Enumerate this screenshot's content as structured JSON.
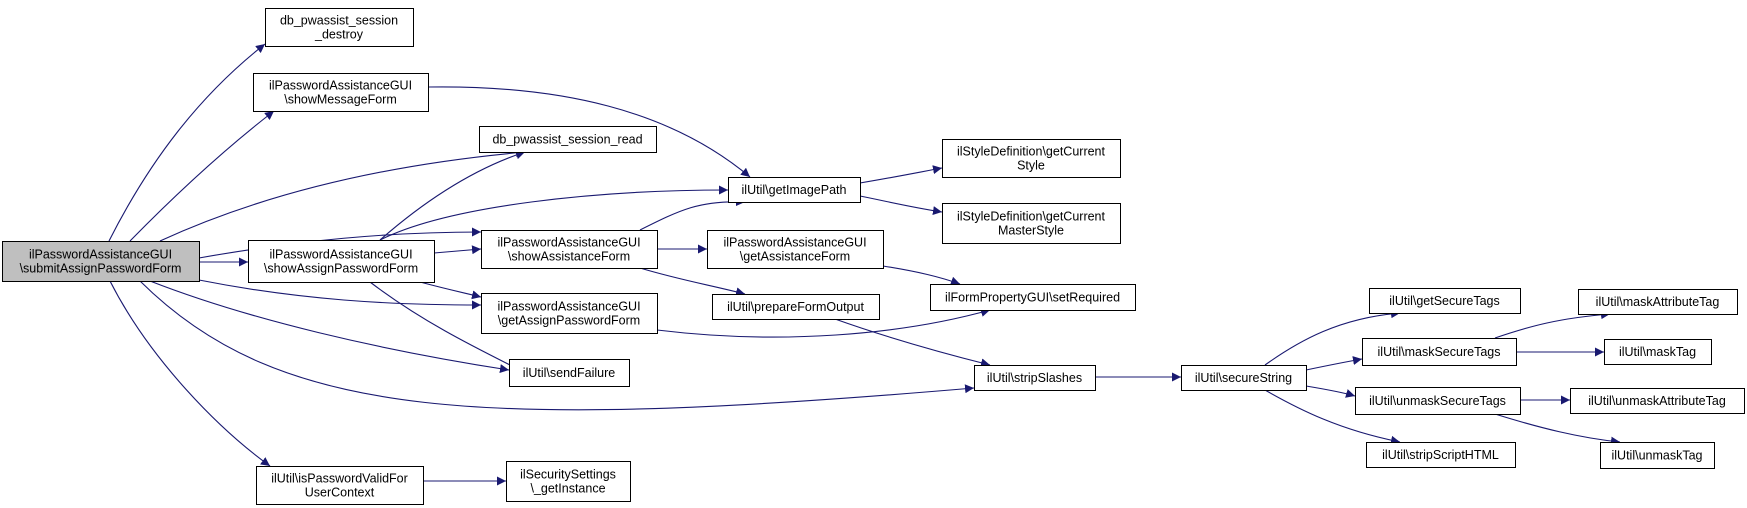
{
  "graph": {
    "title": "",
    "edge_color": "#191970",
    "root_fill": "#bfbfbf",
    "node_fill": "#ffffff",
    "nodes": [
      {
        "id": "root",
        "lines": [
          "ilPasswordAssistanceGUI",
          "\\submitAssignPasswordForm"
        ],
        "root": true
      },
      {
        "id": "destroy",
        "lines": [
          "db_pwassist_session",
          "_destroy"
        ]
      },
      {
        "id": "showMessageForm",
        "lines": [
          "ilPasswordAssistanceGUI",
          "\\showMessageForm"
        ]
      },
      {
        "id": "session_read",
        "lines": [
          "db_pwassist_session_read"
        ]
      },
      {
        "id": "showAssignPasswordForm",
        "lines": [
          "ilPasswordAssistanceGUI",
          "\\showAssignPasswordForm"
        ]
      },
      {
        "id": "isPasswordValid",
        "lines": [
          "ilUtil\\isPasswordValidFor",
          "UserContext"
        ]
      },
      {
        "id": "getImagePath",
        "lines": [
          "ilUtil\\getImagePath"
        ]
      },
      {
        "id": "showAssistanceForm",
        "lines": [
          "ilPasswordAssistanceGUI",
          "\\showAssistanceForm"
        ]
      },
      {
        "id": "getAssignPasswordForm",
        "lines": [
          "ilPasswordAssistanceGUI",
          "\\getAssignPasswordForm"
        ]
      },
      {
        "id": "sendFailure",
        "lines": [
          "ilUtil\\sendFailure"
        ]
      },
      {
        "id": "getInstance",
        "lines": [
          "ilSecuritySettings",
          "\\_getInstance"
        ]
      },
      {
        "id": "getAssistanceForm",
        "lines": [
          "ilPasswordAssistanceGUI",
          "\\getAssistanceForm"
        ]
      },
      {
        "id": "prepareFormOutput",
        "lines": [
          "ilUtil\\prepareFormOutput"
        ]
      },
      {
        "id": "getCurrentStyle",
        "lines": [
          "ilStyleDefinition\\getCurrent",
          "Style"
        ]
      },
      {
        "id": "getCurrentMasterStyle",
        "lines": [
          "ilStyleDefinition\\getCurrent",
          "MasterStyle"
        ]
      },
      {
        "id": "setRequired",
        "lines": [
          "ilFormPropertyGUI\\setRequired"
        ]
      },
      {
        "id": "stripSlashes",
        "lines": [
          "ilUtil\\stripSlashes"
        ]
      },
      {
        "id": "secureString",
        "lines": [
          "ilUtil\\secureString"
        ]
      },
      {
        "id": "getSecureTags",
        "lines": [
          "ilUtil\\getSecureTags"
        ]
      },
      {
        "id": "maskSecureTags",
        "lines": [
          "ilUtil\\maskSecureTags"
        ]
      },
      {
        "id": "unmaskSecureTags",
        "lines": [
          "ilUtil\\unmaskSecureTags"
        ]
      },
      {
        "id": "stripScriptHTML",
        "lines": [
          "ilUtil\\stripScriptHTML"
        ]
      },
      {
        "id": "maskAttributeTag",
        "lines": [
          "ilUtil\\maskAttributeTag"
        ]
      },
      {
        "id": "maskTag",
        "lines": [
          "ilUtil\\maskTag"
        ]
      },
      {
        "id": "unmaskAttributeTag",
        "lines": [
          "ilUtil\\unmaskAttributeTag"
        ]
      },
      {
        "id": "unmaskTag",
        "lines": [
          "ilUtil\\unmaskTag"
        ]
      }
    ],
    "edges": [
      {
        "from": "root",
        "to": "destroy"
      },
      {
        "from": "root",
        "to": "showMessageForm"
      },
      {
        "from": "root",
        "to": "session_read"
      },
      {
        "from": "root",
        "to": "showAssignPasswordForm"
      },
      {
        "from": "root",
        "to": "showAssistanceForm"
      },
      {
        "from": "root",
        "to": "getAssignPasswordForm"
      },
      {
        "from": "root",
        "to": "sendFailure"
      },
      {
        "from": "root",
        "to": "stripSlashes"
      },
      {
        "from": "root",
        "to": "isPasswordValid"
      },
      {
        "from": "showMessageForm",
        "to": "getImagePath"
      },
      {
        "from": "showAssignPasswordForm",
        "to": "session_read"
      },
      {
        "from": "showAssignPasswordForm",
        "to": "getImagePath"
      },
      {
        "from": "showAssignPasswordForm",
        "to": "showAssistanceForm"
      },
      {
        "from": "showAssignPasswordForm",
        "to": "getAssignPasswordForm"
      },
      {
        "from": "showAssignPasswordForm",
        "to": "sendFailure"
      },
      {
        "from": "showAssistanceForm",
        "to": "getImagePath"
      },
      {
        "from": "showAssistanceForm",
        "to": "getAssistanceForm"
      },
      {
        "from": "showAssistanceForm",
        "to": "prepareFormOutput"
      },
      {
        "from": "getImagePath",
        "to": "getCurrentStyle"
      },
      {
        "from": "getImagePath",
        "to": "getCurrentMasterStyle"
      },
      {
        "from": "getAssistanceForm",
        "to": "setRequired"
      },
      {
        "from": "getAssignPasswordForm",
        "to": "setRequired"
      },
      {
        "from": "prepareFormOutput",
        "to": "stripSlashes"
      },
      {
        "from": "isPasswordValid",
        "to": "getInstance"
      },
      {
        "from": "stripSlashes",
        "to": "secureString"
      },
      {
        "from": "secureString",
        "to": "getSecureTags"
      },
      {
        "from": "secureString",
        "to": "maskSecureTags"
      },
      {
        "from": "secureString",
        "to": "unmaskSecureTags"
      },
      {
        "from": "secureString",
        "to": "stripScriptHTML"
      },
      {
        "from": "maskSecureTags",
        "to": "maskAttributeTag"
      },
      {
        "from": "maskSecureTags",
        "to": "maskTag"
      },
      {
        "from": "unmaskSecureTags",
        "to": "unmaskAttributeTag"
      },
      {
        "from": "unmaskSecureTags",
        "to": "unmaskTag"
      }
    ]
  }
}
